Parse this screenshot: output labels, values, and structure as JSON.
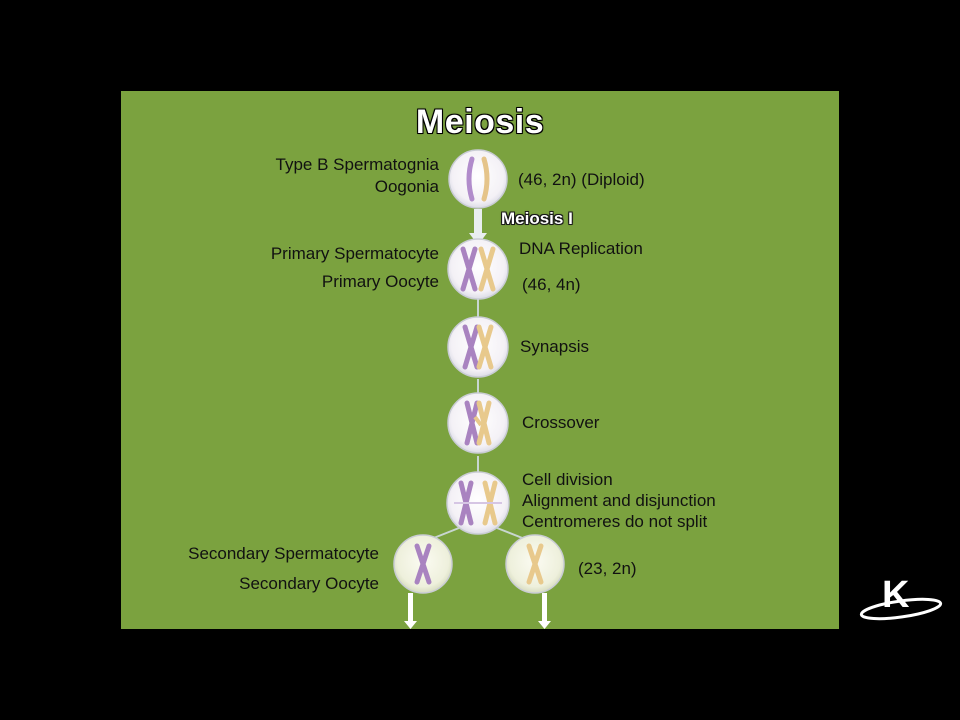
{
  "title": "Meiosis",
  "stage1": {
    "left_line1": "Type B Spermatognia",
    "left_line2": "Oogonia",
    "right": "(46, 2n) (Diploid)"
  },
  "meiosis_label": "Meiosis I",
  "stage2": {
    "left_line1": "Primary Spermatocyte",
    "left_line2": "Primary Oocyte",
    "right_line1": "DNA Replication",
    "right_line2": "(46, 4n)"
  },
  "stage3": {
    "right": "Synapsis"
  },
  "stage4": {
    "right": "Crossover"
  },
  "stage5": {
    "right_line1": "Cell division",
    "right_line2": "Alignment and disjunction",
    "right_line3": "Centromeres do not split"
  },
  "stage6": {
    "left_line1": "Secondary Spermatocyte",
    "left_line2": "Secondary Oocyte",
    "right": "(23, 2n)"
  },
  "logo_letter": "K",
  "colors": {
    "slide": "#7ba23f",
    "background": "#000000",
    "maternal": "#a983c0",
    "paternal": "#e8c98c"
  }
}
